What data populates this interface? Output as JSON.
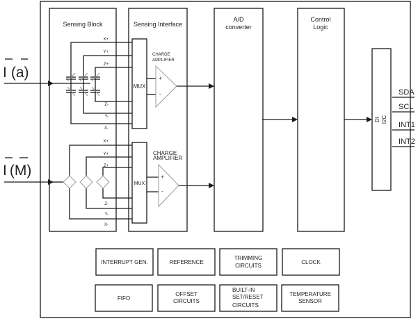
{
  "diagram": {
    "inputs": {
      "accel": {
        "label": "I (a)",
        "symbol_left": "I",
        "symbol_right": "(a)"
      },
      "mag": {
        "label": "I (M)",
        "symbol_left": "I",
        "symbol_right": "(M)"
      }
    },
    "blocks": {
      "sensing_block": "Sensing Block",
      "sensing_interface": "Sensing Interface",
      "ad_converter_line1": "A/D",
      "ad_converter_line2": "converter",
      "control_logic_line1": "Control",
      "control_logic_line2": "Logic",
      "interface_di": "DI",
      "interface_i2c": "I2C"
    },
    "accel_channel": {
      "signals_top": [
        "X+",
        "Y+",
        "Z+"
      ],
      "signals_bottom": [
        "Z-",
        "Y-",
        "X-"
      ],
      "mux": "MUX",
      "amp_line1": "CHARGE",
      "amp_line2": "AMPLIFIER",
      "plus": "+",
      "minus": "-"
    },
    "mag_channel": {
      "signals_top": [
        "X+",
        "Y+",
        "Z+"
      ],
      "signals_bottom": [
        "Z-",
        "Y-",
        "X-"
      ],
      "mux": "MUX",
      "amp_line1": "CHARGE",
      "amp_line2": "AMPLIFIER",
      "plus": "+",
      "minus": "-"
    },
    "pins": [
      "SDA",
      "SCL",
      "INT1",
      "INT2"
    ],
    "aux_blocks": [
      {
        "lines": [
          "INTERRUPT GEN."
        ]
      },
      {
        "lines": [
          "REFERENCE"
        ]
      },
      {
        "lines": [
          "TRIMMING",
          "CIRCUITS"
        ]
      },
      {
        "lines": [
          "CLOCK"
        ]
      },
      {
        "lines": [
          "FIFO"
        ]
      },
      {
        "lines": [
          "OFFSET",
          "CIRCUITS"
        ]
      },
      {
        "lines": [
          "BUILT-IN",
          "SET/RESET",
          "CIRCUITS"
        ]
      },
      {
        "lines": [
          "TEMPERATURE",
          "SENSOR"
        ]
      }
    ]
  }
}
